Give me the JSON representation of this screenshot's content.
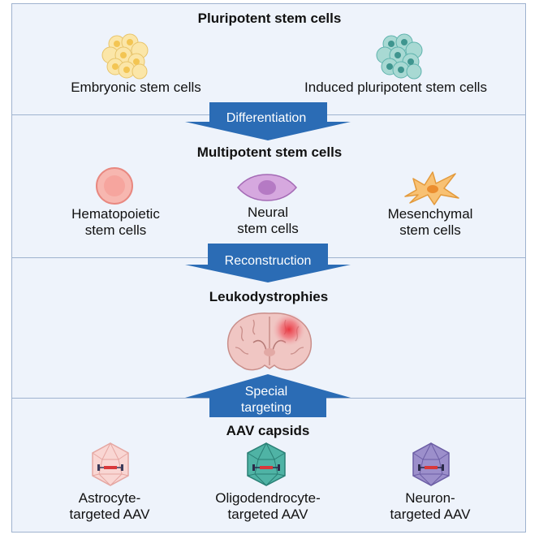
{
  "sections": {
    "pluripotent": {
      "title": "Pluripotent stem cells",
      "items": [
        {
          "label": "Embryonic stem cells",
          "icon": "embryonic-cell-cluster-icon",
          "color": "#f5d47a"
        },
        {
          "label": "Induced pluripotent stem cells",
          "icon": "ipsc-cell-cluster-icon",
          "color": "#5fb3ad"
        }
      ]
    },
    "multipotent": {
      "title": "Multipotent stem cells",
      "items": [
        {
          "line1": "Hematopoietic",
          "line2": "stem cells",
          "icon": "hematopoietic-cell-icon",
          "color": "#f5a7a0"
        },
        {
          "line1": "Neural",
          "line2": "stem cells",
          "icon": "neural-cell-icon",
          "color": "#c58fd0"
        },
        {
          "line1": "Mesenchymal",
          "line2": "stem  cells",
          "icon": "mesenchymal-cell-icon",
          "color": "#f7b35c"
        }
      ]
    },
    "leukodystrophies": {
      "title": "Leukodystrophies",
      "icon": "brain-icon"
    },
    "aav": {
      "title": "AAV capsids",
      "items": [
        {
          "line1": "Astrocyte-",
          "line2": "targeted AAV",
          "icon": "astrocyte-aav-capsid-icon",
          "color": "#f6c5c2"
        },
        {
          "line1": "Oligodendrocyte-",
          "line2": "targeted AAV",
          "icon": "oligodendrocyte-aav-capsid-icon",
          "color": "#3ea89b"
        },
        {
          "line1": "Neuron-",
          "line2": "targeted AAV",
          "icon": "neuron-aav-capsid-icon",
          "color": "#8f7fbf"
        }
      ]
    }
  },
  "arrows": {
    "differentiation": "Differentiation",
    "reconstruction": "Reconstruction",
    "special_line1": "Special",
    "special_line2": "targeting",
    "color": "#2b6cb5"
  }
}
